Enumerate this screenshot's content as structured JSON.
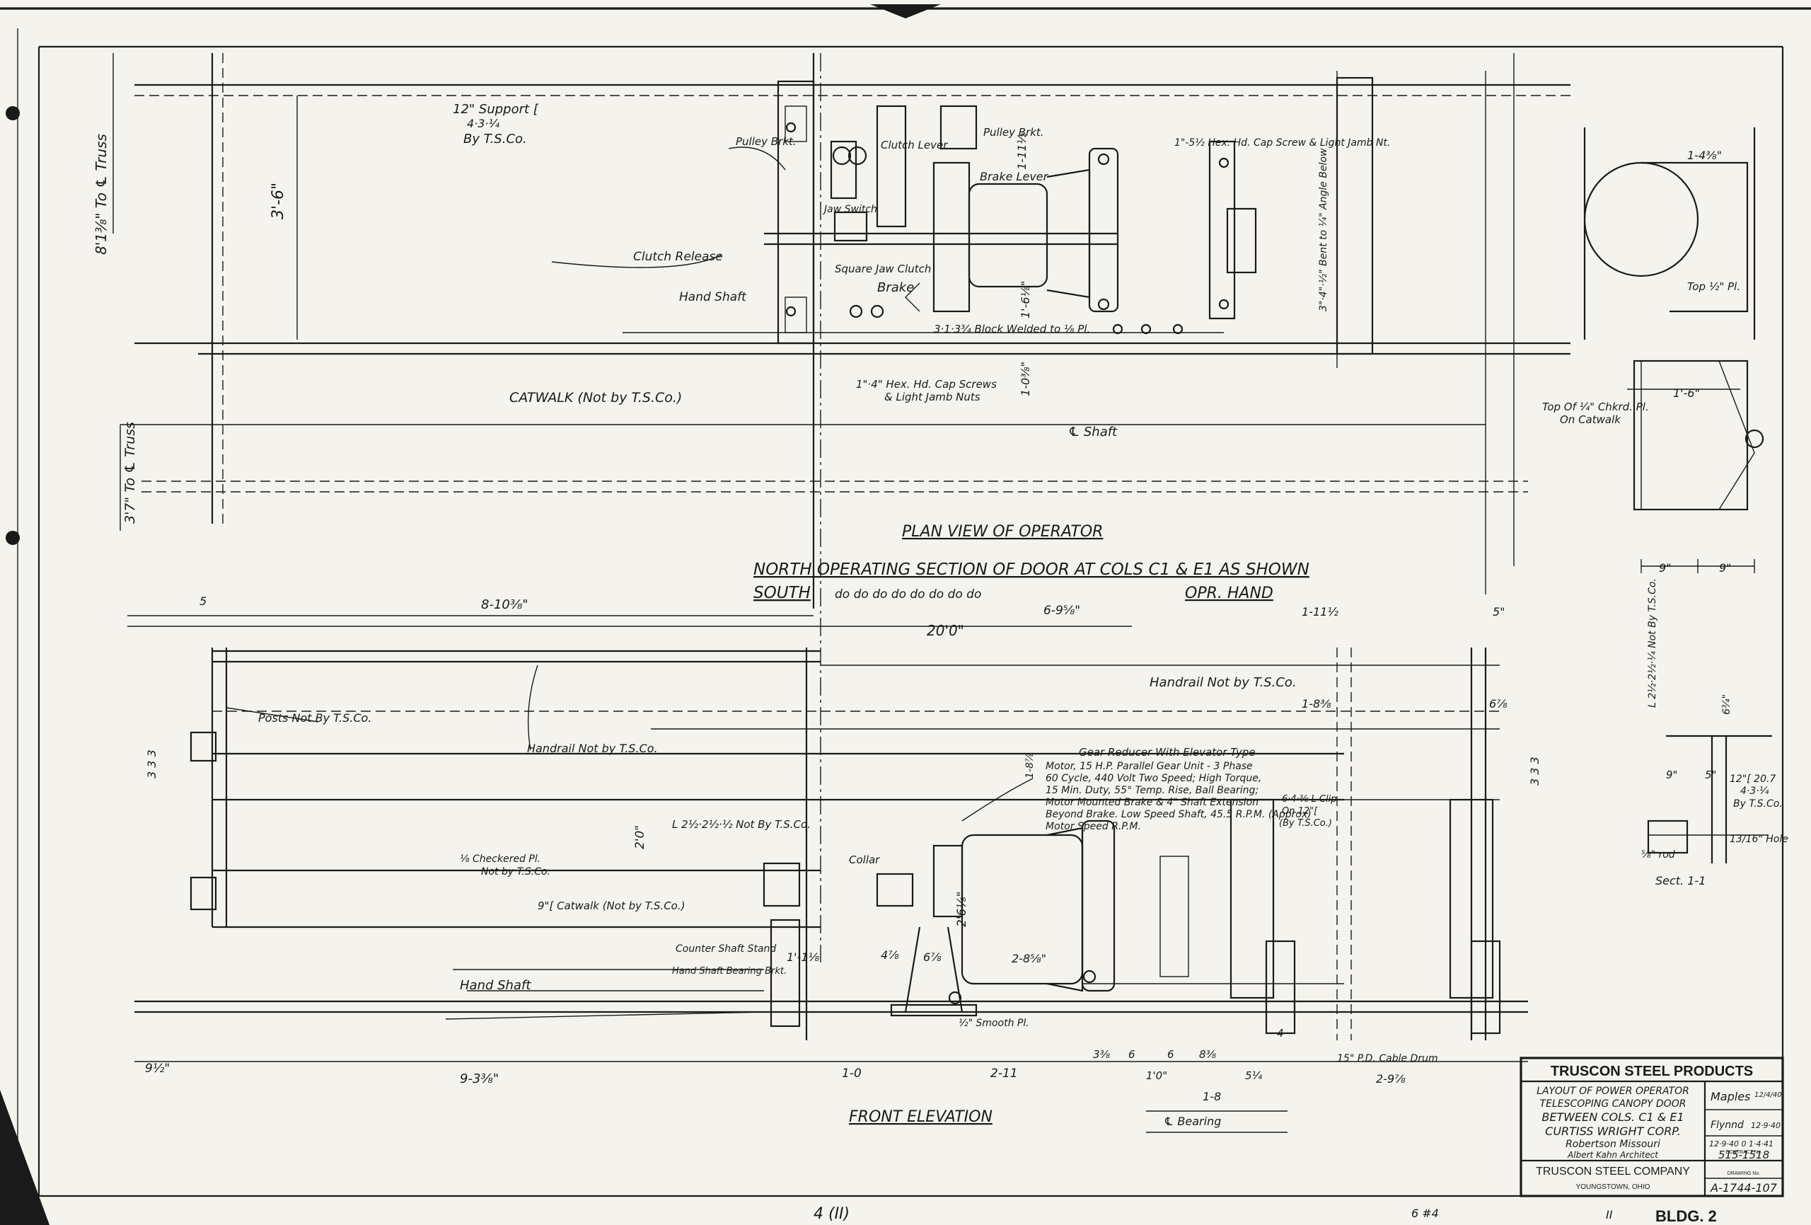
{
  "views": {
    "plan_title": "PLAN VIEW OF OPERATOR",
    "section_north": "NORTH OPERATING SECTION OF DOOR AT COLS C1 & E1 AS SHOWN",
    "section_south": "SOUTH",
    "section_ditto": "do  do  do  do  do  do  do  do",
    "section_hand": "OPR. HAND",
    "front_title": "FRONT ELEVATION",
    "sect_title": "Sect. 1-1"
  },
  "plan_labels": {
    "support": "12\" Support [",
    "support_size": "4·3·¼",
    "by_ts": "By T.S.Co.",
    "pulley_brkt_l": "Pulley Brkt.",
    "pulley_brkt_r": "Pulley Brkt.",
    "clutch_lever": "Clutch Lever",
    "jaw_switch": "Jaw Switch",
    "brake_lever": "Brake Lever",
    "clutch_release": "Clutch Release",
    "square_jaw": "Square Jaw Clutch",
    "brake": "Brake",
    "hand_shaft": "Hand Shaft",
    "block_welded": "3·1·3¾ Block Welded to ⅛ Pl.",
    "cap_screws": "1\"·4\" Hex. Hd. Cap Screws",
    "jamb_nuts": "& Light Jamb Nuts",
    "catwalk": "CATWALK (Not by T.S.Co.)",
    "shaft_cl": "℄ Shaft",
    "hex_cap": "1\"-5½ Hex. Hd. Cap Screw & Light Jamb Nt.",
    "truss_top": "8'1⅜\" To ℄ Truss",
    "truss_bot": "3'7\" To ℄ Truss",
    "angle_note": "3\"·4\"·½\" Bent to ¼\" Angle Below"
  },
  "front_labels": {
    "posts": "Posts Not By T.S.Co.",
    "handrail_l": "Handrail Not by T.S.Co.",
    "handrail_r": "Handrail Not by T.S.Co.",
    "gear_head": "Gear Reducer With Elevator Type",
    "gear_1": "Motor, 15 H.P. Parallel Gear Unit - 3 Phase",
    "gear_2": "60 Cycle, 440 Volt Two Speed; High Torque,",
    "gear_3": "15 Min. Duty, 55° Temp. Rise, Ball Bearing;",
    "gear_4": "Motor Mounted Brake & 4\" Shaft Extension",
    "gear_5": "Beyond Brake. Low Speed Shaft, 45.5 R.P.M. (Approx)",
    "gear_6": "Motor Speed            R.P.M.",
    "angle_not": "L 2½·2½·½ Not By T.S.Co.",
    "collar": "Collar",
    "checkered": "⅛ Checkered Pl.",
    "checkered_2": "Not by T.S.Co.",
    "catwalk_9": "9\"[ Catwalk (Not by T.S.Co.)",
    "counter_stand": "Counter Shaft Stand",
    "hand_bearing": "Hand Shaft Bearing Brkt.",
    "hand_shaft": "Hand Shaft",
    "smooth_pl": "½\" Smooth Pl.",
    "clip": "6·4·⅜ L Clip",
    "clip_2": "On 12\"[",
    "clip_3": "(By T.S.Co.)",
    "cable_drum": "15\" P.D. Cable Drum",
    "bearing_cl": "℄ Bearing",
    "vert_angle": "L 2½·2½·¼ Not By T.S.Co."
  },
  "section_labels": {
    "top_pl": "Top Of ¼\" Chkrd. Pl.",
    "on_catwalk": "On Catwalk",
    "top_half": "Top ½\" Pl.",
    "support": "12\"[ 20.7",
    "support_2": "4·3·¼",
    "by_ts": "By T.S.Co.",
    "rod": "⅝\" rod",
    "hole": "13/16\" Hole"
  },
  "dims": {
    "d_3_6": "3'-6\"",
    "d_1_11": "1-11½",
    "d_1_6a": "1'-6⅛\"",
    "d_1_03": "1-0⅜\"",
    "d_1_4": "1-4⅜\"",
    "d_1_6": "1'-6\"",
    "d_9a": "9\"",
    "d_9b": "9\"",
    "d_6_8": "6¾\"",
    "d_5": "5",
    "d_8_10": "8-10⅜\"",
    "d_20_0": "20'0\"",
    "d_6_9": "6-9⅝\"",
    "d_1_11r": "1-11½",
    "d_5r": "5\"",
    "d_1_8r": "1-8⅜",
    "d_6_8r": "6⅞",
    "d_3_3_3": "3  3  3",
    "d_2_0": "2'0\"",
    "d_2_6": "2'6⅛\"",
    "d_4_8": "4⅞",
    "d_6_8b": "6⅞",
    "d_2_8": "2-8⅝\"",
    "d_1_1": "1'-1⅛",
    "d_9_2": "9½\"",
    "d_9_3": "9-3⅜\"",
    "d_1_0": "1-0",
    "d_2_11": "2-11",
    "d_3": "3⅜",
    "d_6a": "6",
    "d_6b": "6",
    "d_8": "8⅜",
    "d_5_2": "5¼",
    "d_1_0b": "1'0\"",
    "d_1_8": "1-8",
    "d_2_9": "2-9⅞",
    "d_4": "4",
    "d_9c": "9\"",
    "d_5s": "5\"",
    "d_1_8s": "1-8⅞"
  },
  "title_block": {
    "company_top": "TRUSCON STEEL PRODUCTS",
    "line1": "LAYOUT OF POWER OPERATOR",
    "line2": "TELESCOPING CANOPY DOOR",
    "line3": "BETWEEN COLS. C1 & E1",
    "line4": "CURTISS WRIGHT CORP.",
    "line5": "Robertson    Missouri",
    "line6": "Albert Kahn        Architect",
    "company_bottom": "TRUSCON STEEL COMPANY",
    "city": "YOUNGSTOWN, OHIO",
    "drawn_by": "Maples",
    "drawn_date": "12/4/40",
    "checked_by": "Flynnd",
    "checked_date": "12·9·40",
    "rev_date": "12·9·40 0 1·4·41",
    "contract_label": "CONTRACT No.",
    "contract_no": "515-1518",
    "drawing_label": "DRAWING No.",
    "drawing_no": "A-1744-107"
  },
  "margin": {
    "left_mark": "4 (II)",
    "mid_mark": "6 #4",
    "right_mark": "II",
    "bldg": "BLDG. 2"
  }
}
